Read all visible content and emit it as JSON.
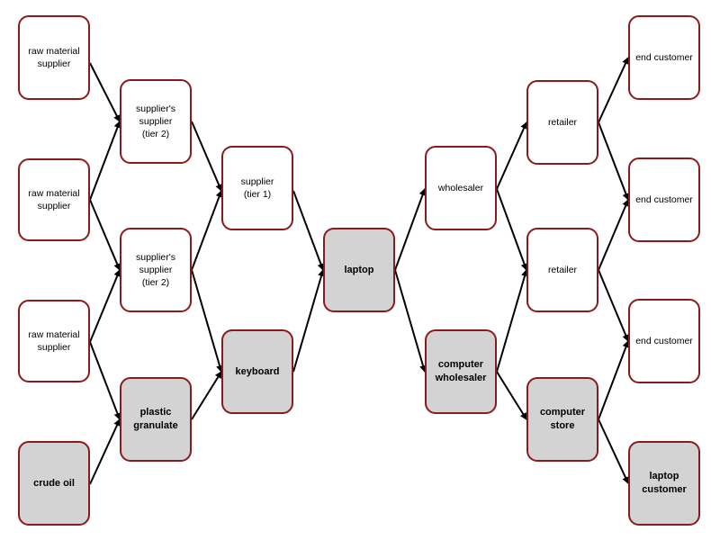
{
  "colors": {
    "border": "#8b1a1a",
    "highlight_fill": "#d3d3d3",
    "plain_fill": "#ffffff",
    "arrow": "#000000"
  },
  "nodes": {
    "raw_material_supplier_1": "raw material\nsupplier",
    "raw_material_supplier_2": "raw material\nsupplier",
    "raw_material_supplier_3": "raw material\nsupplier",
    "crude_oil": "crude oil",
    "suppliers_supplier_1": "supplier's\nsupplier\n(tier 2)",
    "suppliers_supplier_2": "supplier's\nsupplier\n(tier 2)",
    "plastic_granulate": "plastic\ngranulate",
    "supplier_tier1": "supplier\n(tier 1)",
    "keyboard": "keyboard",
    "laptop": "laptop",
    "wholesaler": "wholesaler",
    "computer_wholesaler": "computer\nwholesaler",
    "retailer_1": "retailer",
    "retailer_2": "retailer",
    "computer_store": "computer\nstore",
    "end_customer_1": "end customer",
    "end_customer_2": "end customer",
    "end_customer_3": "end customer",
    "laptop_customer": "laptop\ncustomer"
  }
}
